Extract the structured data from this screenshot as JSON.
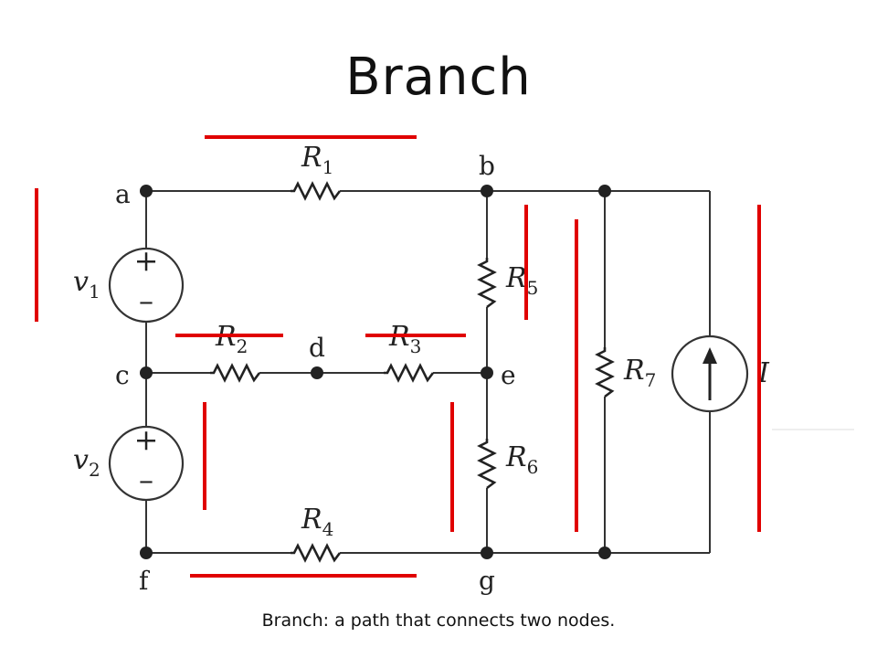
{
  "title": "Branch",
  "caption": "Branch: a path that connects two nodes.",
  "colors": {
    "highlight": "#e00000",
    "wire": "#333333"
  },
  "nodes": {
    "a": "a",
    "b": "b",
    "c": "c",
    "d": "d",
    "e": "e",
    "f": "f",
    "g": "g"
  },
  "resistors": {
    "R1": {
      "sym": "R",
      "sub": "1"
    },
    "R2": {
      "sym": "R",
      "sub": "2"
    },
    "R3": {
      "sym": "R",
      "sub": "3"
    },
    "R4": {
      "sym": "R",
      "sub": "4"
    },
    "R5": {
      "sym": "R",
      "sub": "5"
    },
    "R6": {
      "sym": "R",
      "sub": "6"
    },
    "R7": {
      "sym": "R",
      "sub": "7"
    }
  },
  "sources": {
    "v1": {
      "sym": "v",
      "sub": "1",
      "plus": "+",
      "minus": "–"
    },
    "v2": {
      "sym": "v",
      "sub": "2",
      "plus": "+",
      "minus": "–"
    },
    "I": {
      "sym": "I"
    }
  }
}
